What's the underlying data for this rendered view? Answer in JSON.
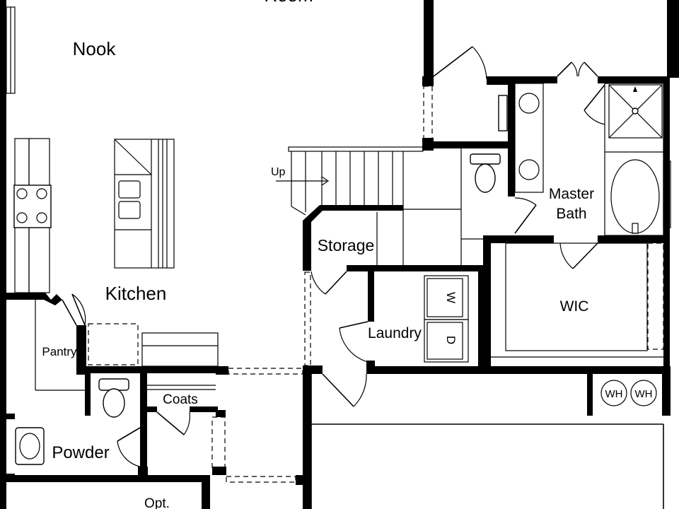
{
  "rooms": {
    "room_top": "Room",
    "nook": "Nook",
    "kitchen": "Kitchen",
    "pantry": "Pantry",
    "coats": "Coats",
    "powder": "Powder",
    "opt": "Opt.",
    "storage": "Storage",
    "laundry": "Laundry",
    "master_bath_line1": "Master",
    "master_bath_line2": "Bath",
    "wic": "WIC"
  },
  "annotations": {
    "stairs_up": "Up",
    "washer": "W",
    "dryer": "D",
    "water_heater_1": "WH",
    "water_heater_2": "WH"
  }
}
